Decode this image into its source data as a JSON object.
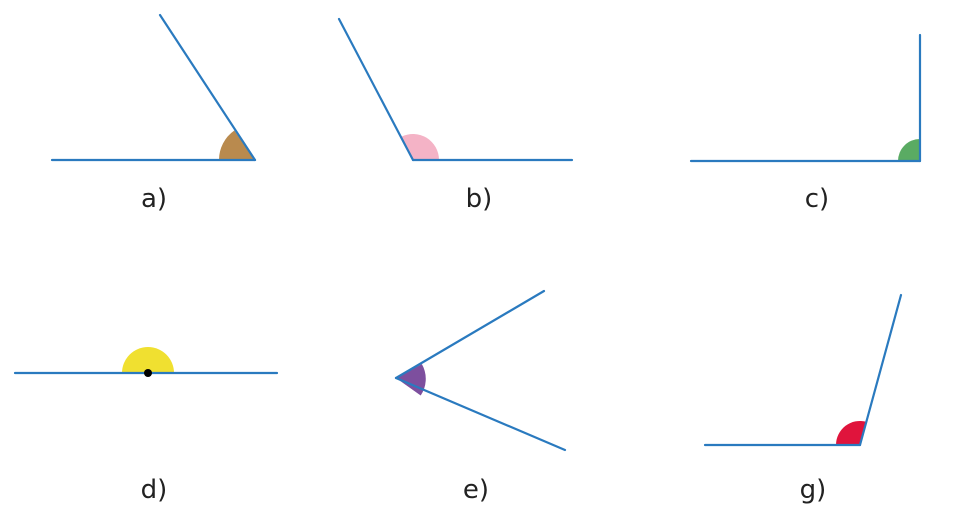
{
  "colors": {
    "line": "#2a7abf",
    "text": "#222222",
    "vertex_dot": "#000000"
  },
  "angles": [
    {
      "id": "a",
      "label": "a)",
      "type": "acute",
      "degrees": 55,
      "fill": "#b98a4e"
    },
    {
      "id": "b",
      "label": "b)",
      "type": "obtuse",
      "degrees": 118,
      "fill": "#f4b3c6"
    },
    {
      "id": "c",
      "label": "c)",
      "type": "right",
      "degrees": 90,
      "fill": "#5aab63"
    },
    {
      "id": "d",
      "label": "d)",
      "type": "straight",
      "degrees": 180,
      "fill": "#f0e030"
    },
    {
      "id": "e",
      "label": "e)",
      "type": "acute",
      "degrees": 55,
      "fill": "#7d4f9e"
    },
    {
      "id": "g",
      "label": "g)",
      "type": "obtuse",
      "degrees": 106,
      "fill": "#e0143c"
    }
  ]
}
